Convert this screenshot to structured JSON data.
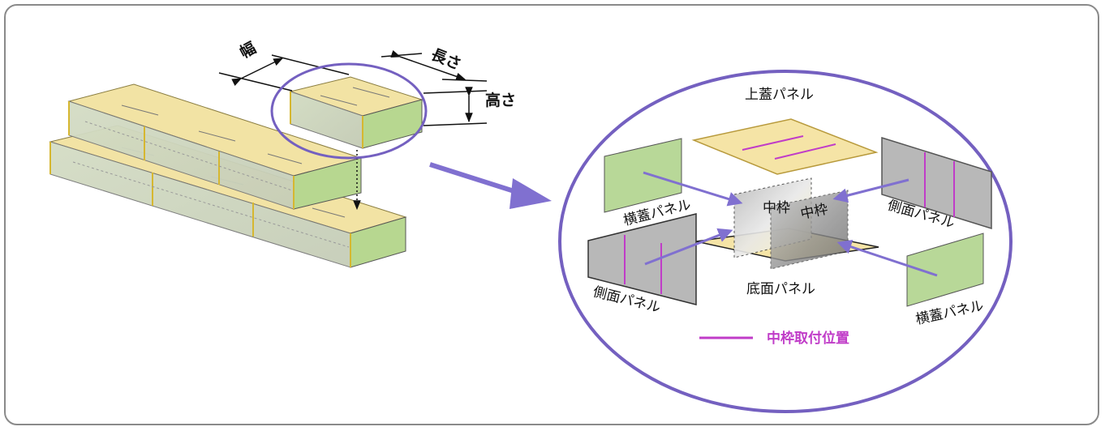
{
  "dimension_labels": {
    "width": "幅",
    "length": "長さ",
    "height": "高さ"
  },
  "panel_labels": {
    "top_lid": "上蓋パネル",
    "side_lid_left": "横蓋パネル",
    "side_lid_right": "横蓋パネル",
    "side_left": "側面パネル",
    "side_right": "側面パネル",
    "bottom": "底面パネル",
    "inner_frame_1": "中枠",
    "inner_frame_2": "中枠"
  },
  "legend": {
    "label": "中枠取付位置",
    "color": "#c03cc8"
  },
  "colors": {
    "frame_border": "#8a8a8a",
    "callout_circle": "#7460c0",
    "arrow": "#8070d0",
    "panel_yellow": "#f5e6a8",
    "panel_green": "#b8d898",
    "panel_gray": "#b4b4b4",
    "mark_line": "#c03cc8"
  }
}
